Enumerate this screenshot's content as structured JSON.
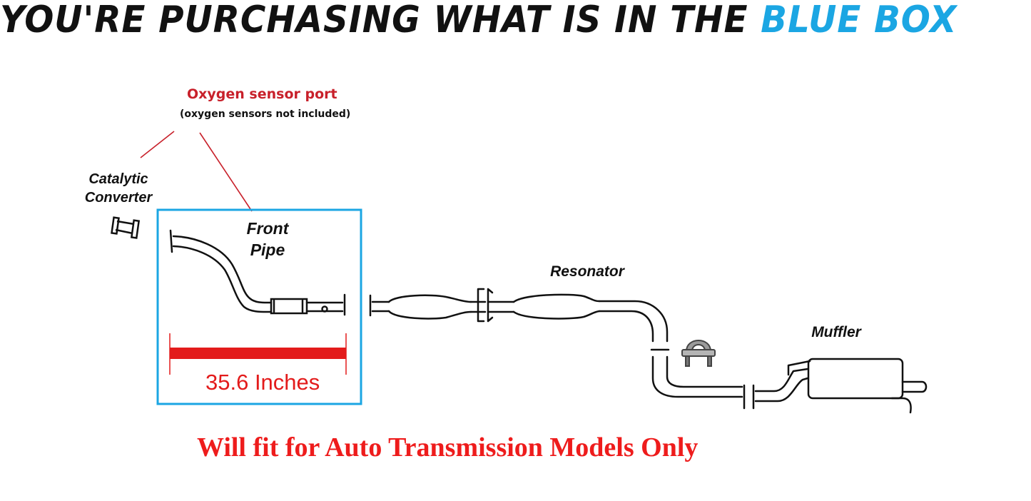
{
  "headline": {
    "text_dark": "YOU'RE PURCHASING WHAT IS IN THE",
    "text_blue": "BLUE BOX"
  },
  "sensor": {
    "title": "Oxygen sensor port",
    "note": "(oxygen sensors not included)"
  },
  "labels": {
    "catalytic_line1": "Catalytic",
    "catalytic_line2": "Converter",
    "front_line1": "Front",
    "front_line2": "Pipe",
    "resonator": "Resonator",
    "muffler": "Muffler"
  },
  "measurement": {
    "text": "35.6 Inches"
  },
  "footnote": "Will fit for Auto Transmission Models Only",
  "colors": {
    "blue_box": "#1ba6e3",
    "red": "#ee1c1c",
    "sensor_red": "#c8202a"
  }
}
